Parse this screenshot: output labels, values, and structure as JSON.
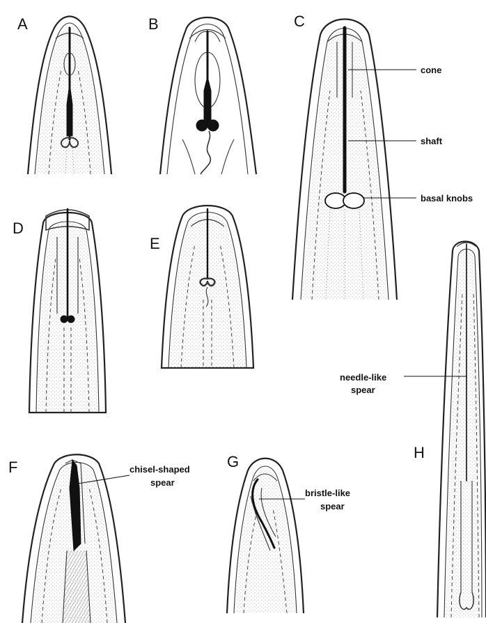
{
  "panels": {
    "A": "A",
    "B": "B",
    "C": "C",
    "D": "D",
    "E": "E",
    "F": "F",
    "G": "G",
    "H": "H"
  },
  "callouts": {
    "cone": "cone",
    "shaft": "shaft",
    "basal_knobs": "basal knobs",
    "needle_1": "needle-like",
    "needle_2": "spear",
    "chisel_1": "chisel-shaped",
    "chisel_2": "spear",
    "bristle_1": "bristle-like",
    "bristle_2": "spear"
  }
}
